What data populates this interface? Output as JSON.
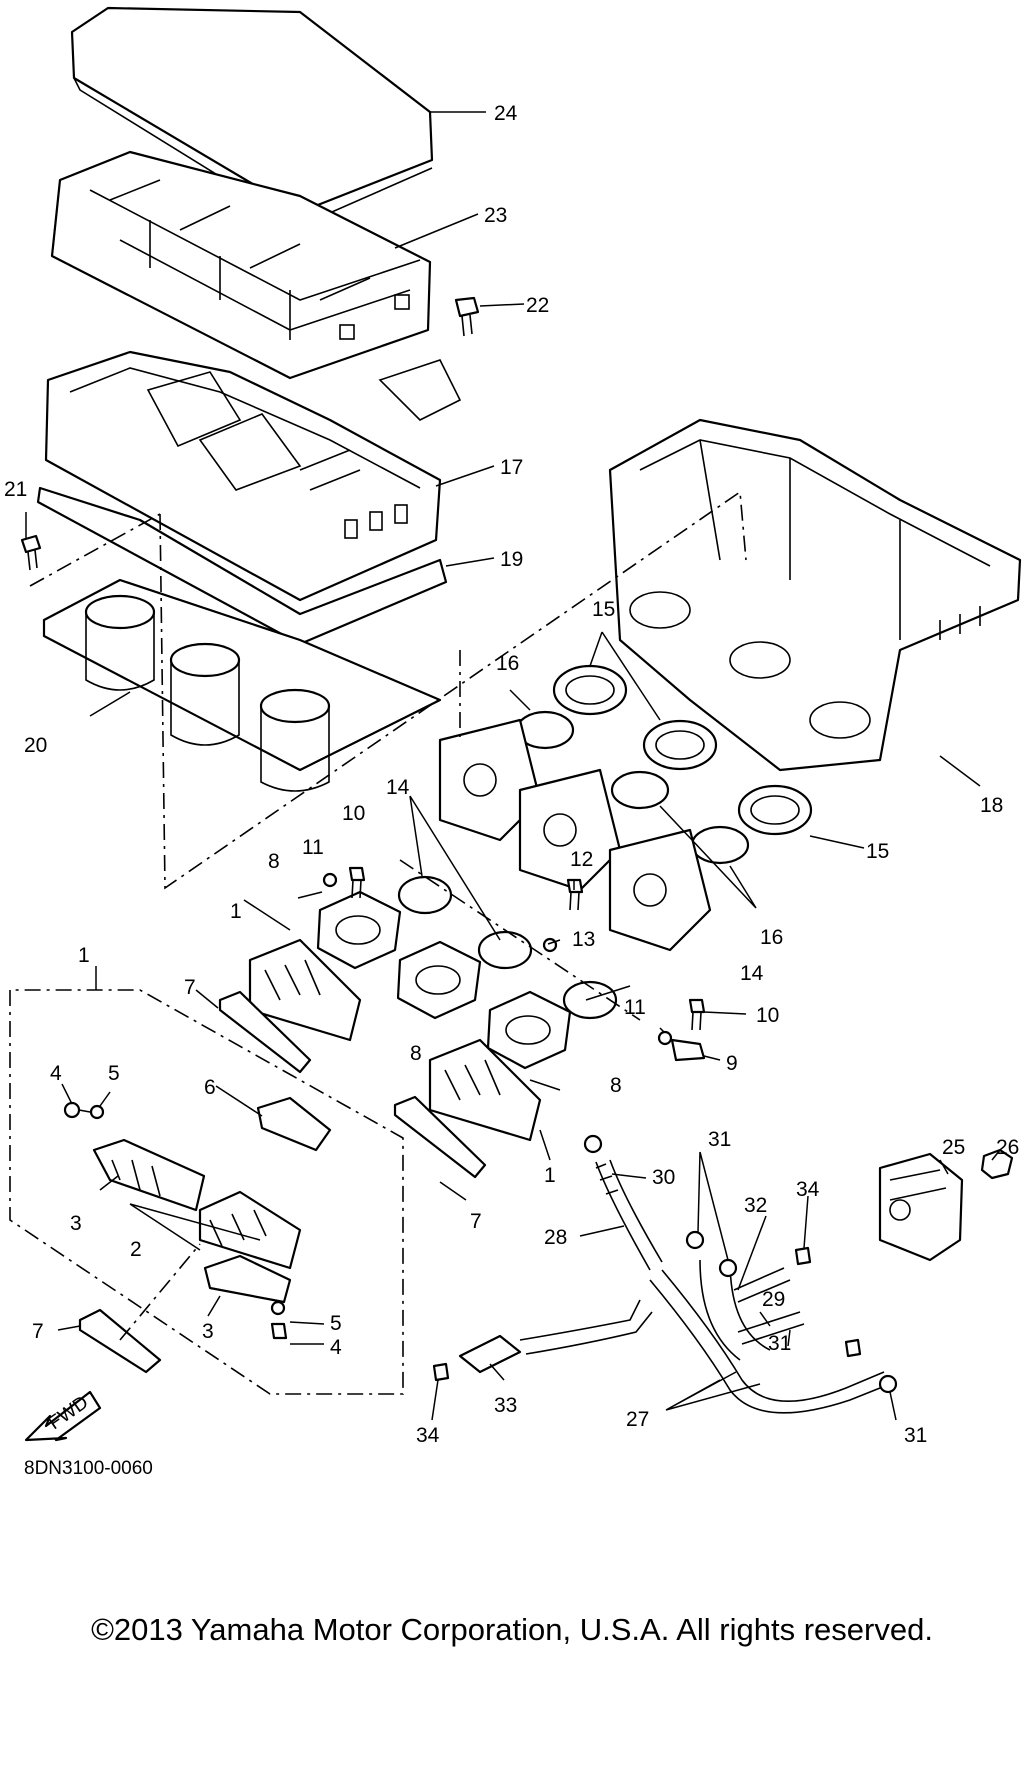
{
  "diagram": {
    "code": "8DN3100-0060",
    "fwd_label": "FWD",
    "callouts": [
      "1",
      "2",
      "3",
      "4",
      "5",
      "6",
      "7",
      "8",
      "9",
      "10",
      "11",
      "12",
      "13",
      "14",
      "15",
      "16",
      "17",
      "18",
      "19",
      "20",
      "21",
      "22",
      "23",
      "24",
      "25",
      "26",
      "27",
      "28",
      "29",
      "30",
      "31",
      "32",
      "33",
      "34"
    ]
  },
  "footer": {
    "copyright": "©2013 Yamaha Motor Corporation, U.S.A. All rights reserved."
  }
}
